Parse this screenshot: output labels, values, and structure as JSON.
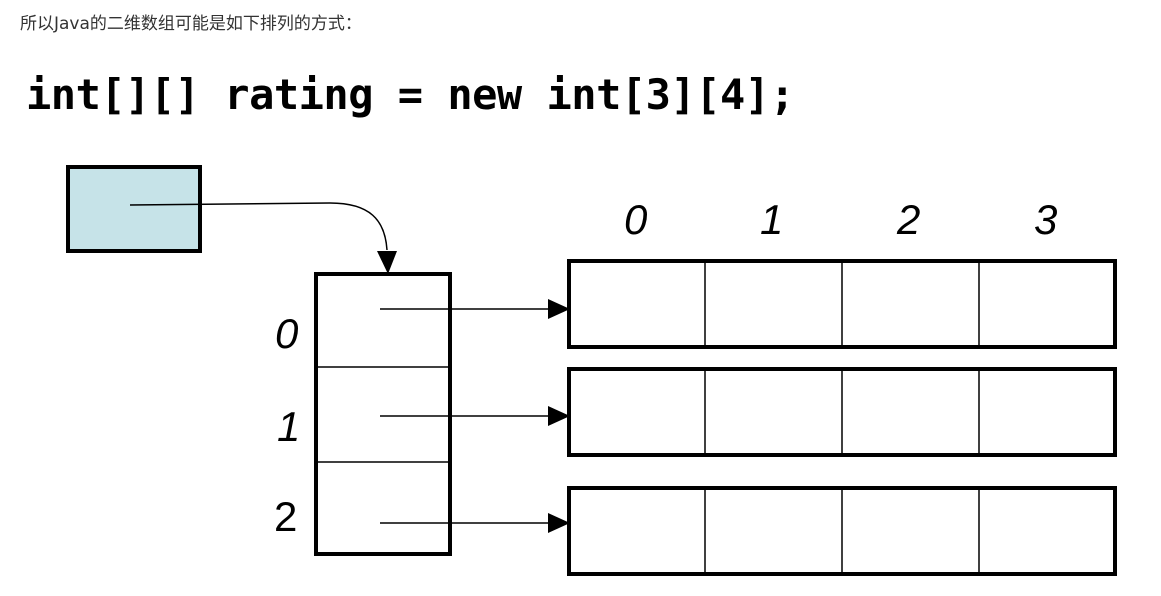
{
  "intro_text": "所以Java的二维数组可能是如下排列的方式：",
  "code": "int[][] rating = new int[3][4];",
  "diagram": {
    "reference_box_color": "#c6e3e8",
    "row_labels": [
      "0",
      "1",
      "2"
    ],
    "column_labels": [
      "0",
      "1",
      "2",
      "3"
    ],
    "rows": 3,
    "columns": 4
  }
}
